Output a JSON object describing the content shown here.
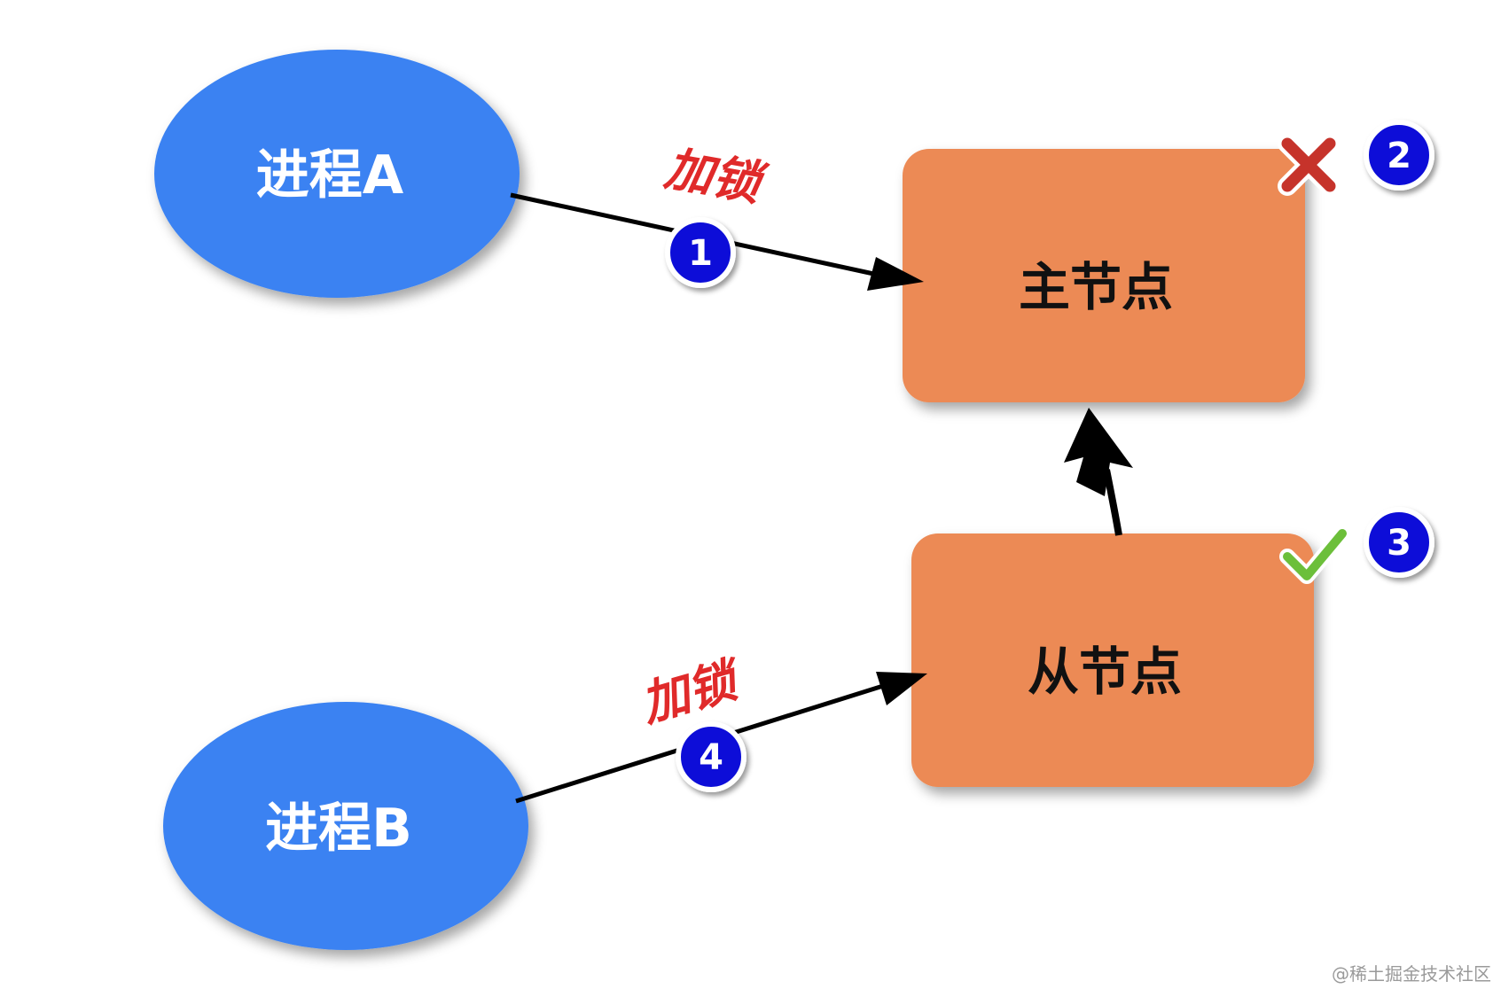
{
  "processes": {
    "a_label": "进程A",
    "b_label": "进程B"
  },
  "nodes": {
    "master_label": "主节点",
    "slave_label": "从节点"
  },
  "edges": {
    "lock_a_label": "加锁",
    "lock_b_label": "加锁"
  },
  "badges": {
    "step1": "1",
    "step2": "2",
    "step3": "3",
    "step4": "4"
  },
  "status": {
    "master": "failed-x-icon",
    "slave": "success-check-icon"
  },
  "colors": {
    "process": "#3a82f2",
    "node": "#ec8a55",
    "badge": "#0a10d8",
    "lock_text": "#e02a2a",
    "fail": "#c6332b",
    "ok": "#6cbf3a"
  },
  "watermark": "@稀土掘金技术社区"
}
